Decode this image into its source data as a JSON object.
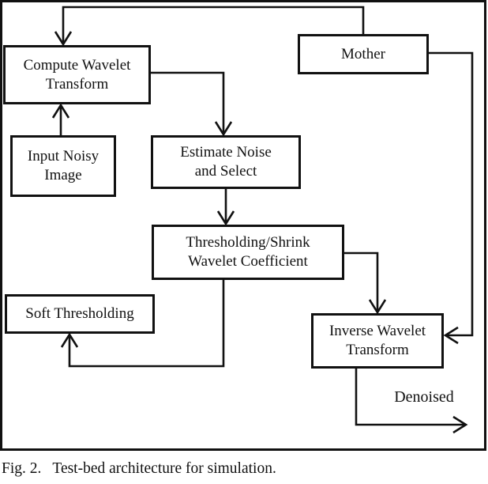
{
  "figure": {
    "nodes": {
      "compute": {
        "label": "Compute Wavelet\nTransform"
      },
      "mother": {
        "label": "Mother"
      },
      "input": {
        "label": "Input Noisy\nImage"
      },
      "estimate": {
        "label": "Estimate Noise\nand Select"
      },
      "threshold": {
        "label": "Thresholding/Shrink\nWavelet Coefficient"
      },
      "soft": {
        "label": "Soft Thresholding"
      },
      "inverse": {
        "label": "Inverse Wavelet\nTransform"
      }
    },
    "output_label": "Denoised",
    "caption": {
      "fig_label": "Fig. 2.",
      "text": "Test-bed architecture for simulation."
    },
    "colors": {
      "ink": "#111111",
      "background": "#ffffff"
    }
  }
}
